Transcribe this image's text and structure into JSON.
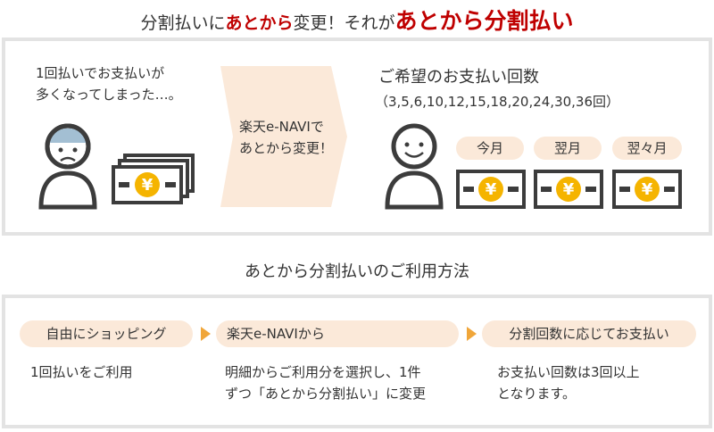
{
  "header": {
    "part1": "分割払いに",
    "part2": "あとから",
    "part3": "変更！それが",
    "part4": "あとから分割払い"
  },
  "illustration": {
    "before_text_line1": "1回払いでお支払いが",
    "before_text_line2": "多くなってしまった…。",
    "arrow_text_line1": "楽天e-NAVIで",
    "arrow_text_line2": "あとから変更！",
    "after_title": "ご希望のお支払い回数",
    "after_counts": "（3,5,6,10,12,15,18,20,24,30,36回）",
    "months": [
      "今月",
      "翌月",
      "翌々月"
    ],
    "yen_symbol": "¥"
  },
  "usage": {
    "subtitle": "あとから分割払いのご利用方法",
    "steps": [
      {
        "label": "自由にショッピング",
        "desc_line1": "1回払いをご利用",
        "desc_line2": ""
      },
      {
        "label": "楽天e-NAVIから",
        "desc_line1": "明細からご利用分を選択し、1件",
        "desc_line2": "ずつ「あとから分割払い」に変更"
      },
      {
        "label": "分割回数に応じてお支払い",
        "desc_line1": "お支払い回数は3回以上",
        "desc_line2": "となります。"
      }
    ]
  },
  "colors": {
    "accent_red": "#bf0000",
    "pill_bg": "#fbe9d9",
    "step_arrow": "#f0a63a",
    "coin": "#f5b400",
    "sad_face": "#a3bfd3"
  }
}
